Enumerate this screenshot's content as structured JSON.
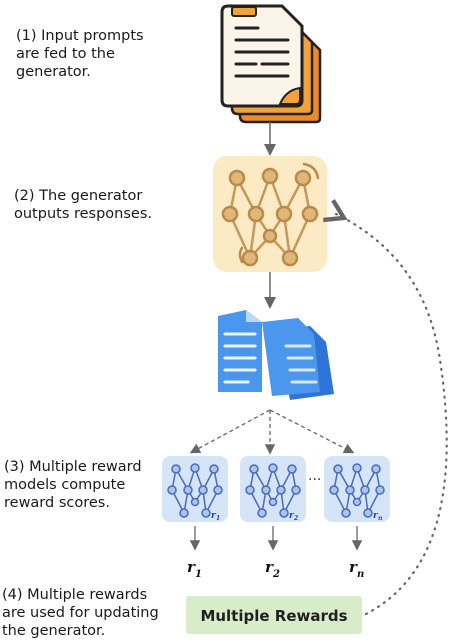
{
  "steps": {
    "step1": "(1) Input prompts\nare fed to the\ngenerator.",
    "step2": "(2) The generator\noutputs responses.",
    "step3": "(3) Multiple reward\nmodels compute\nreward scores.",
    "step4": "(4) Multiple rewards\nare used for updating\nthe generator."
  },
  "reward_models": [
    {
      "tag": "r",
      "sub": "1"
    },
    {
      "tag": "r",
      "sub": "2"
    },
    {
      "tag": "r",
      "sub": "n"
    }
  ],
  "reward_outputs": [
    {
      "symbol": "r",
      "sub": "1"
    },
    {
      "symbol": "r",
      "sub": "2"
    },
    {
      "symbol": "r",
      "sub": "n"
    }
  ],
  "ellipsis": "...",
  "multiple_rewards_label": "Multiple Rewards",
  "colors": {
    "generator_fill": "#fbeac3",
    "generator_node": "#e0b777",
    "generator_edge": "#b98a4a",
    "reward_model_fill": "#d6e4f7",
    "reward_model_node": "#a9c4ee",
    "reward_model_edge": "#4a6bb5",
    "multiple_rewards_fill": "#d9ecc9",
    "document_paper": "#fbf4e8",
    "document_back1": "#f3a23b",
    "document_back2": "#ee8a2c",
    "document_text": "#2a2a2a",
    "response_doc": "#4b97ee",
    "response_doc_dark": "#2f74d6",
    "feedback_dots": "#666666",
    "arrow": "#666666"
  }
}
